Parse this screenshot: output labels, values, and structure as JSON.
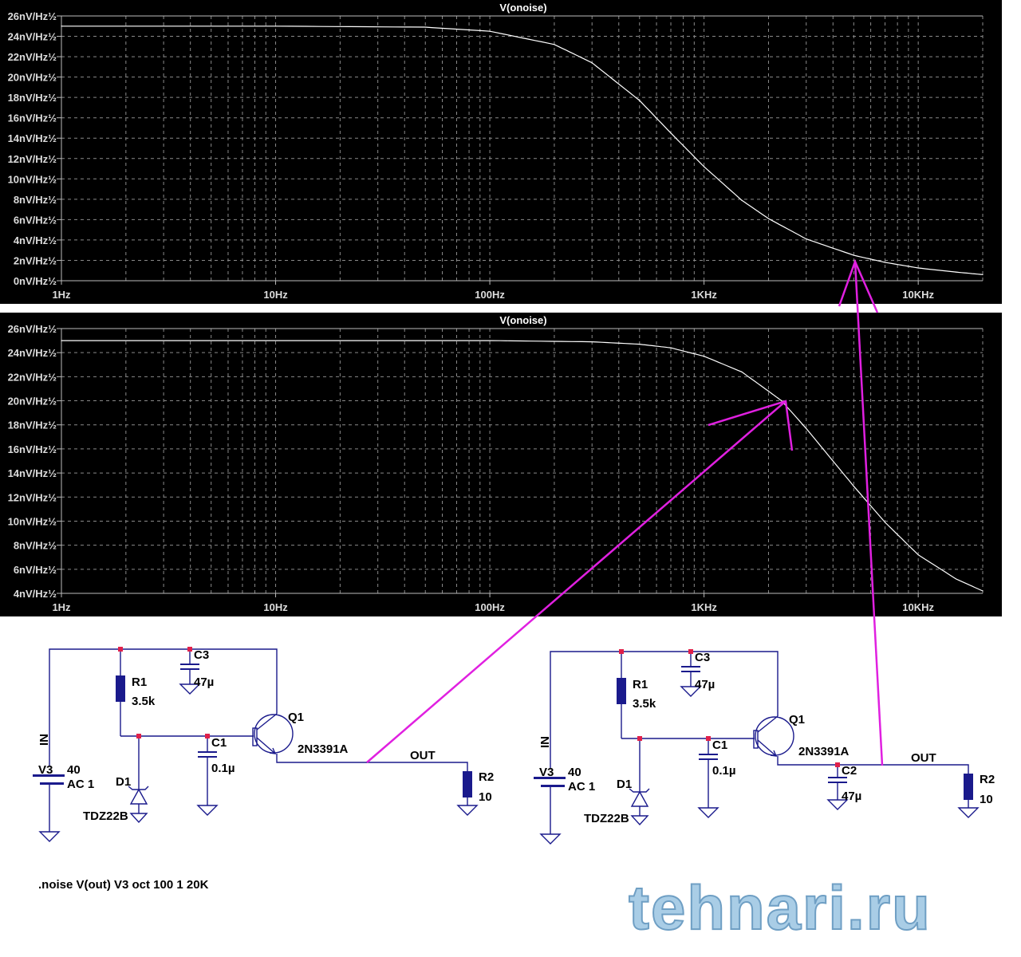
{
  "chart_data": [
    {
      "type": "line",
      "title": "V(onoise)",
      "xscale": "log",
      "xlim": [
        1,
        20000
      ],
      "ylim": [
        0,
        26
      ],
      "grid": true,
      "x_ticks": [
        "1Hz",
        "10Hz",
        "100Hz",
        "1KHz",
        "10KHz"
      ],
      "y_ticks": [
        "0nV/Hz½",
        "2nV/Hz½",
        "4nV/Hz½",
        "6nV/Hz½",
        "8nV/Hz½",
        "10nV/Hz½",
        "12nV/Hz½",
        "14nV/Hz½",
        "16nV/Hz½",
        "18nV/Hz½",
        "20nV/Hz½",
        "22nV/Hz½",
        "24nV/Hz½",
        "26nV/Hz½"
      ],
      "series": [
        {
          "name": "V(onoise)",
          "color": "#ffffff",
          "x": [
            1,
            10,
            50,
            100,
            200,
            300,
            500,
            700,
            1000,
            1500,
            2000,
            3000,
            5000,
            7000,
            10000,
            15000,
            20000
          ],
          "y": [
            25,
            25,
            24.9,
            24.5,
            23.2,
            21.4,
            17.7,
            14.5,
            11.2,
            7.9,
            6.1,
            4.1,
            2.5,
            1.8,
            1.25,
            0.85,
            0.6
          ]
        }
      ]
    },
    {
      "type": "line",
      "title": "V(onoise)",
      "xscale": "log",
      "xlim": [
        1,
        20000
      ],
      "ylim": [
        4,
        26
      ],
      "grid": true,
      "x_ticks": [
        "1Hz",
        "10Hz",
        "100Hz",
        "1KHz",
        "10KHz"
      ],
      "y_ticks": [
        "4nV/Hz½",
        "6nV/Hz½",
        "8nV/Hz½",
        "10nV/Hz½",
        "12nV/Hz½",
        "14nV/Hz½",
        "16nV/Hz½",
        "18nV/Hz½",
        "20nV/Hz½",
        "22nV/Hz½",
        "24nV/Hz½",
        "26nV/Hz½"
      ],
      "series": [
        {
          "name": "V(onoise)",
          "color": "#ffffff",
          "x": [
            1,
            100,
            300,
            500,
            700,
            1000,
            1500,
            2000,
            2300,
            3000,
            5000,
            7000,
            10000,
            15000,
            20000
          ],
          "y": [
            25,
            25,
            24.9,
            24.7,
            24.4,
            23.7,
            22.4,
            20.8,
            20,
            17.7,
            12.9,
            9.9,
            7.2,
            5.2,
            4.2
          ]
        }
      ]
    }
  ],
  "schematic_left": {
    "in": "IN",
    "v3": "V3",
    "v3_val": "40",
    "ac": "AC 1",
    "r1": "R1",
    "r1_val": "3.5k",
    "c3": "C3",
    "c3_val": "47µ",
    "c1": "C1",
    "c1_val": "0.1µ",
    "d1": "D1",
    "d1_val": "TDZ22B",
    "q1": "Q1",
    "q1_val": "2N3391A",
    "out": "OUT",
    "r2": "R2",
    "r2_val": "10"
  },
  "schematic_right": {
    "in": "IN",
    "v3": "V3",
    "v3_val": "40",
    "ac": "AC 1",
    "r1": "R1",
    "r1_val": "3.5k",
    "c3": "C3",
    "c3_val": "47µ",
    "c1": "C1",
    "c1_val": "0.1µ",
    "d1": "D1",
    "d1_val": "TDZ22B",
    "q1": "Q1",
    "q1_val": "2N3391A",
    "out": "OUT",
    "r2": "R2",
    "r2_val": "10",
    "c2": "C2",
    "c2_val": "47µ"
  },
  "directive": ".noise V(out) V3 oct 100 1 20K",
  "watermark": "tehnari.ru",
  "colors": {
    "wire": "#1a1a8c",
    "junction": "#e0204a",
    "annotation": "#e020e0",
    "grid": "#8a8a8a"
  }
}
